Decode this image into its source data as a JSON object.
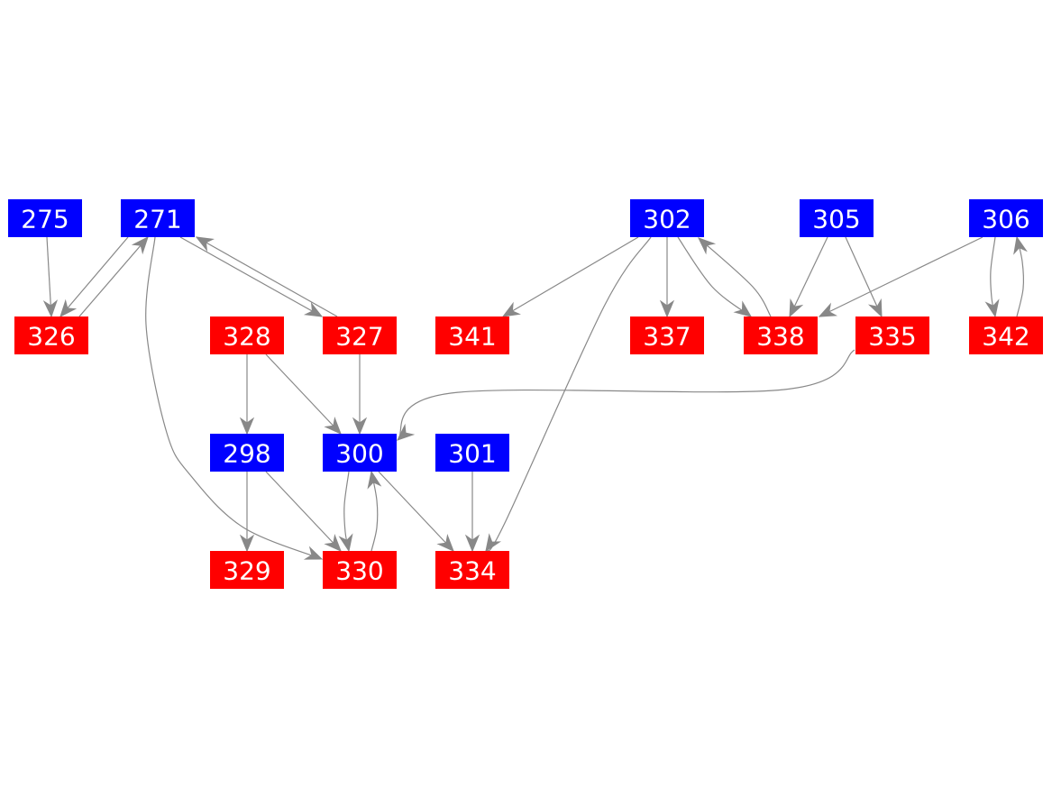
{
  "colors": {
    "blue_node": "#0000ff",
    "red_node": "#ff0000",
    "edge": "#888888",
    "label_text": "#ffffff"
  },
  "nodes": [
    {
      "id": "275",
      "label": "275",
      "color": "blue"
    },
    {
      "id": "271",
      "label": "271",
      "color": "blue"
    },
    {
      "id": "302",
      "label": "302",
      "color": "blue"
    },
    {
      "id": "305",
      "label": "305",
      "color": "blue"
    },
    {
      "id": "306",
      "label": "306",
      "color": "blue"
    },
    {
      "id": "326",
      "label": "326",
      "color": "red"
    },
    {
      "id": "328",
      "label": "328",
      "color": "red"
    },
    {
      "id": "327",
      "label": "327",
      "color": "red"
    },
    {
      "id": "341",
      "label": "341",
      "color": "red"
    },
    {
      "id": "337",
      "label": "337",
      "color": "red"
    },
    {
      "id": "338",
      "label": "338",
      "color": "red"
    },
    {
      "id": "335",
      "label": "335",
      "color": "red"
    },
    {
      "id": "342",
      "label": "342",
      "color": "red"
    },
    {
      "id": "298",
      "label": "298",
      "color": "blue"
    },
    {
      "id": "300",
      "label": "300",
      "color": "blue"
    },
    {
      "id": "301",
      "label": "301",
      "color": "blue"
    },
    {
      "id": "329",
      "label": "329",
      "color": "red"
    },
    {
      "id": "330",
      "label": "330",
      "color": "red"
    },
    {
      "id": "334",
      "label": "334",
      "color": "red"
    }
  ],
  "edges": [
    {
      "from": "275",
      "to": "326"
    },
    {
      "from": "271",
      "to": "326"
    },
    {
      "from": "326",
      "to": "271"
    },
    {
      "from": "271",
      "to": "327"
    },
    {
      "from": "327",
      "to": "271"
    },
    {
      "from": "271",
      "to": "330"
    },
    {
      "from": "328",
      "to": "298"
    },
    {
      "from": "328",
      "to": "300"
    },
    {
      "from": "327",
      "to": "300"
    },
    {
      "from": "335",
      "to": "300"
    },
    {
      "from": "298",
      "to": "329"
    },
    {
      "from": "298",
      "to": "330"
    },
    {
      "from": "300",
      "to": "330"
    },
    {
      "from": "330",
      "to": "300"
    },
    {
      "from": "300",
      "to": "334"
    },
    {
      "from": "301",
      "to": "334"
    },
    {
      "from": "302",
      "to": "341"
    },
    {
      "from": "302",
      "to": "337"
    },
    {
      "from": "302",
      "to": "338"
    },
    {
      "from": "338",
      "to": "302"
    },
    {
      "from": "302",
      "to": "334"
    },
    {
      "from": "305",
      "to": "338"
    },
    {
      "from": "305",
      "to": "335"
    },
    {
      "from": "306",
      "to": "338"
    },
    {
      "from": "306",
      "to": "342"
    },
    {
      "from": "342",
      "to": "306"
    }
  ]
}
